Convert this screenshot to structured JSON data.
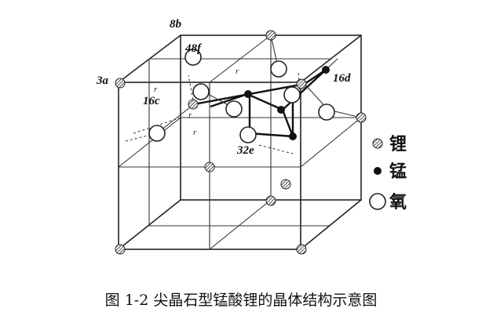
{
  "labels": {
    "site_8b": "8b",
    "site_48f": "48f",
    "site_3a": "3a",
    "site_16c": "16c",
    "site_16d": "16d",
    "site_32e": "32e",
    "tick_marks": [
      "r",
      "r",
      "r",
      "r"
    ]
  },
  "legend": {
    "items": [
      {
        "label": "锂",
        "icon": "hatched-circle-icon"
      },
      {
        "label": "锰",
        "icon": "solid-dot-icon"
      },
      {
        "label": "氧",
        "icon": "open-circle-icon"
      }
    ]
  },
  "caption": "图 1-2  尖晶石型锰酸锂的晶体结构示意图",
  "colors": {
    "line": "#222222",
    "background": "#ffffff"
  }
}
